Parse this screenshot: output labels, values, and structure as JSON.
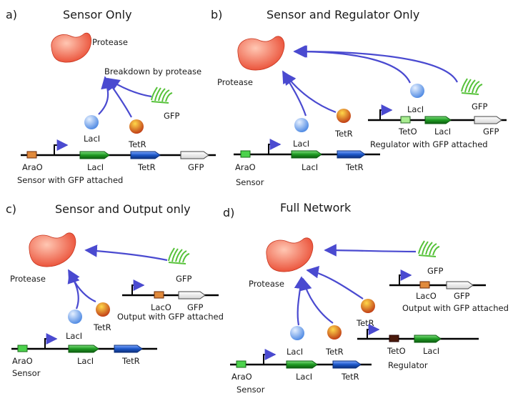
{
  "colors": {
    "protease_light": "#ffc7b3",
    "protease_dark": "#e8432a",
    "laci_light": "#e6f0ff",
    "laci_dark": "#3f7fe0",
    "tetr_light": "#ffd84a",
    "tetr_dark": "#b8290f",
    "gfp_green": "#57c23a",
    "arrow_blue": "#4a4ad0",
    "gene_green": "#1e9a22",
    "gene_blue": "#1c57c8",
    "gene_white": "#ffffff",
    "dna_black": "#000000"
  },
  "panels": {
    "a": {
      "letter": "a)",
      "title": "Sensor Only",
      "protease": "Protease",
      "note": "Breakdown by protease",
      "gfp": "GFP",
      "laci": "LacI",
      "tetr": "TetR",
      "arao": "AraO",
      "gene_laci": "LacI",
      "gene_tetr": "TetR",
      "gene_gfp": "GFP",
      "construct": "Sensor with GFP attached"
    },
    "b": {
      "letter": "b)",
      "title": "Sensor and Regulator Only",
      "protease": "Protease",
      "laci": "LacI",
      "tetr": "TetR",
      "laci2": "LacI",
      "gfp": "GFP",
      "arao": "AraO",
      "gene_laci": "LacI",
      "gene_tetr": "TetR",
      "sensor": "Sensor",
      "teto": "TetO",
      "gene_laci2": "LacI",
      "gene_gfp": "GFP",
      "regulator": "Regulator with GFP attached"
    },
    "c": {
      "letter": "c)",
      "title": "Sensor and Output only",
      "protease": "Protease",
      "gfp": "GFP",
      "laci": "LacI",
      "tetr": "TetR",
      "laco": "LacO",
      "gene_gfp": "GFP",
      "output": "Output with GFP attached",
      "arao": "AraO",
      "sensor": "Sensor",
      "gene_laci": "LacI",
      "gene_tetr": "TetR"
    },
    "d": {
      "letter": "d)",
      "title": "Full Network",
      "protease": "Protease",
      "gfp": "GFP",
      "laco": "LacO",
      "gene_gfp": "GFP",
      "output": "Output with GFP attached",
      "laci": "LacI",
      "tetr": "TetR",
      "tetr2": "TetR",
      "teto": "TetO",
      "gene_laci2": "LacI",
      "regulator": "Regulator",
      "arao": "AraO",
      "gene_laci": "LacI",
      "gene_tetr": "TetR",
      "sensor": "Sensor"
    }
  }
}
